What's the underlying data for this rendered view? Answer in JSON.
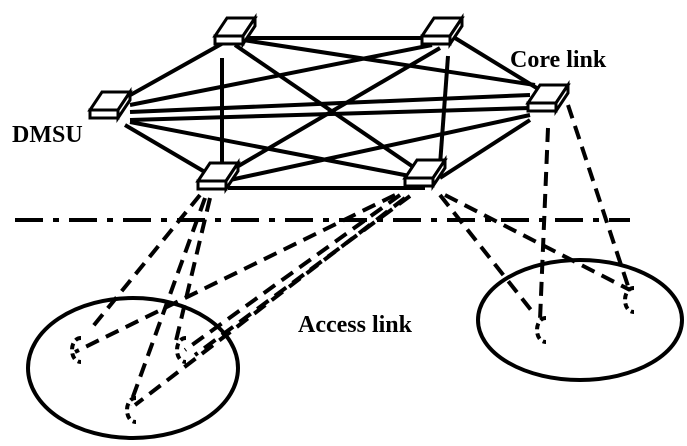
{
  "labels": {
    "core_link": "Core link",
    "dmsu": "DMSU",
    "access_link": "Access link"
  },
  "colors": {
    "line": "#000000",
    "background": "#ffffff"
  },
  "node_icon": "switch-icon",
  "access_node_icon": "phone-handset-icon"
}
